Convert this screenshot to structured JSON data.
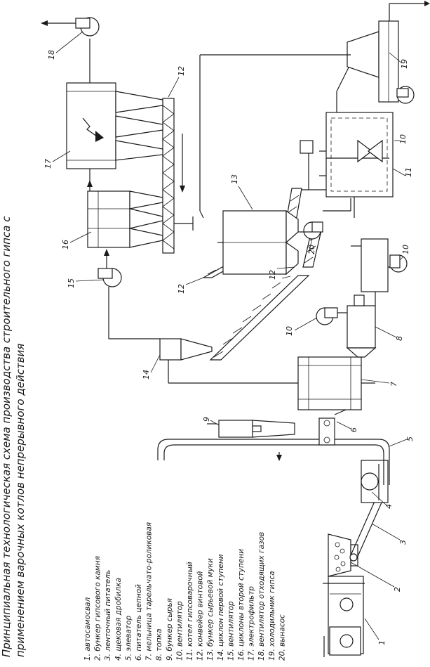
{
  "title": {
    "line1": "Принципиальная технологическая схема производства строительного гипса с",
    "line2": "применением варочных котлов непрерывного действия"
  },
  "legend": [
    "1. автосамосвал",
    "2. бункер гипсового камня",
    "3. ленточный питатель",
    "4. щековая дробилка",
    "5. элеватор",
    "6. питатель цепной",
    "7. мельница тарельчато-роликовая",
    "8. топка",
    "9. бункер сырья",
    "10. вентилятор",
    "11. котел гипсоварочный",
    "12. конвейер винтовой",
    "13. бункер сырьевой муки",
    "14. циклон первой ступени",
    "15. вентилятор",
    "16. циклоны второй ступени",
    "17. электрофильтр",
    "18. вентилятор отходящих газов",
    "19. холодильник гипса",
    "20. вынасос"
  ],
  "labels": {
    "n1": "1",
    "n2": "2",
    "n3": "3",
    "n4": "4",
    "n5": "5",
    "n6": "6",
    "n7": "7",
    "n8": "8",
    "n9": "9",
    "n10a": "10",
    "n10b": "10",
    "n10c": "10",
    "n11": "11",
    "n12a": "12",
    "n12b": "12",
    "n12c": "12",
    "n13": "13",
    "n14": "14",
    "n15": "15",
    "n16": "16",
    "n17": "17",
    "n18": "18",
    "n19": "19",
    "n20": "20"
  }
}
